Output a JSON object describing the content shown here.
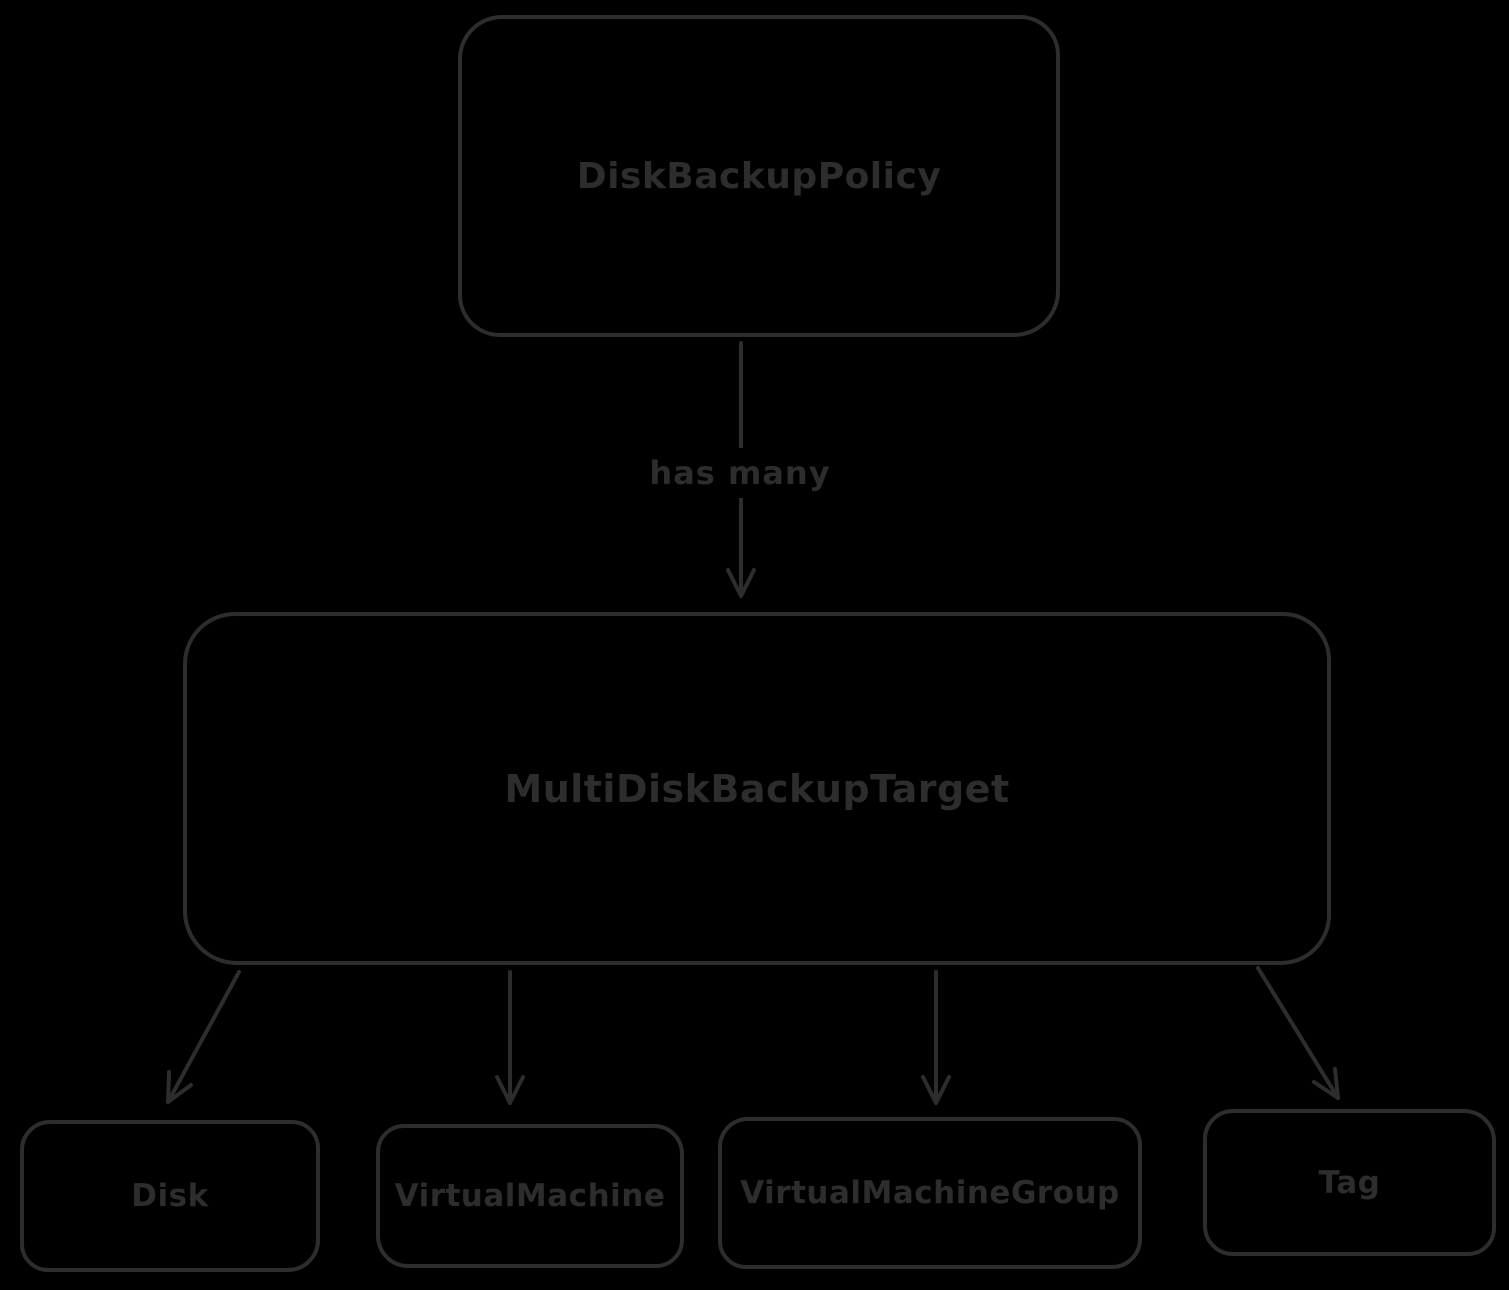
{
  "canvas": {
    "background_color": "#000000",
    "stroke_color": "#2d2d2d",
    "text_color": "#2d2d2d",
    "style": "hand-drawn-diagram"
  },
  "diagram": {
    "nodes": [
      {
        "id": "disk-backup-policy",
        "label": "DiskBackupPolicy"
      },
      {
        "id": "multi-disk-backup-target",
        "label": "MultiDiskBackupTarget"
      },
      {
        "id": "disk",
        "label": "Disk"
      },
      {
        "id": "virtual-machine",
        "label": "VirtualMachine"
      },
      {
        "id": "virtual-machine-group",
        "label": "VirtualMachineGroup"
      },
      {
        "id": "tag",
        "label": "Tag"
      }
    ],
    "edges": [
      {
        "from": "DiskBackupPolicy",
        "to": "MultiDiskBackupTarget",
        "label": "has many"
      },
      {
        "from": "MultiDiskBackupTarget",
        "to": "Disk",
        "label": ""
      },
      {
        "from": "MultiDiskBackupTarget",
        "to": "VirtualMachine",
        "label": ""
      },
      {
        "from": "MultiDiskBackupTarget",
        "to": "VirtualMachineGroup",
        "label": ""
      },
      {
        "from": "MultiDiskBackupTarget",
        "to": "Tag",
        "label": ""
      }
    ]
  }
}
